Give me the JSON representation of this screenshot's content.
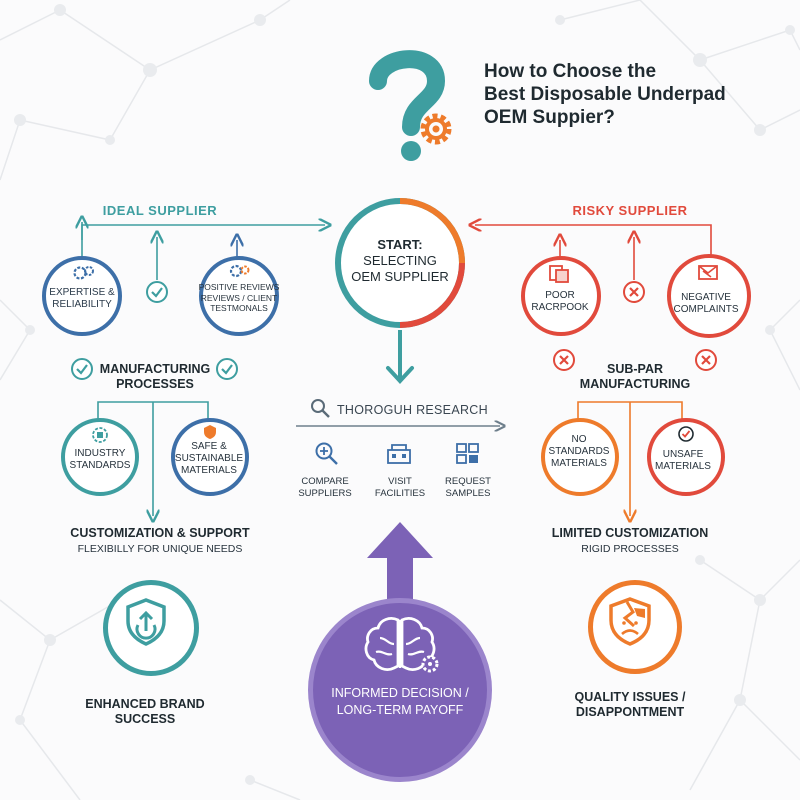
{
  "title": {
    "line1": "How to Choose the",
    "line2": "Best Disposable Underpad",
    "line3": "OEM Suppier?"
  },
  "start": {
    "line1": "START:",
    "line2": "SELECTING",
    "line3": "OEM SUPPLIER"
  },
  "ideal": {
    "header": "IDEAL SUPPLIER",
    "expertise": {
      "line1": "EXPERTISE &",
      "line2": "RELIABILITY"
    },
    "reviews": {
      "line1": "POSITIVE REVIEWS",
      "line2": "REVIEWS / CLIENT",
      "line3": "TESTMONALS"
    },
    "manufacturing": {
      "line1": "MANUFACTURING",
      "line2": "PROCESSES"
    },
    "standards": {
      "line1": "INDUSTRY",
      "line2": "STANDARDS"
    },
    "safe": {
      "line1": "SAFE &",
      "line2": "SUSTAINABLE",
      "line3": "MATERIALS"
    },
    "customization": {
      "title": "CUSTOMIZATION & SUPPORT",
      "sub": "FLEXIBILLY FOR UNIQUE NEEDS"
    },
    "outcome": {
      "line1": "ENHANCED BRAND",
      "line2": "SUCCESS"
    }
  },
  "risky": {
    "header": "RISKY SUPPLIER",
    "poor": {
      "line1": "POOR",
      "line2": "RACRPOOK"
    },
    "negative": {
      "line1": "NEGATIVE",
      "line2": "COMPLAINTS"
    },
    "manufacturing": {
      "line1": "SUB-PAR",
      "line2": "MANUFACTURING"
    },
    "nostd": {
      "line1": "NO",
      "line2": "STANDARDS",
      "line3": "MATERIALS"
    },
    "unsafe": {
      "line1": "UNSAFE",
      "line2": "MATERIALS"
    },
    "customization": {
      "title": "LIMITED CUSTOMIZATION",
      "sub": "RIGID PROCESSES"
    },
    "outcome": {
      "line1": "QUALITY ISSUES /",
      "line2": "DISAPPONTMENT"
    }
  },
  "research": {
    "header": "THOROGUH RESEARCH",
    "compare": {
      "line1": "COMPARE",
      "line2": "SUPPLIERS"
    },
    "visit": {
      "line1": "VISIT",
      "line2": "FACILITIES"
    },
    "request": {
      "line1": "REQUEST",
      "line2": "SAMPLES"
    }
  },
  "decision": {
    "line1": "INFORMED DECISION /",
    "line2": "LONG-TERM PAYOFF"
  },
  "colors": {
    "teal": "#3e9ea0",
    "blue": "#3d6fa8",
    "red": "#e14a3c",
    "orange": "#ee7b2b",
    "purple": "#7c62b6"
  },
  "icons": [
    "question-mark-icon",
    "gear-icon",
    "check-icon",
    "cross-icon",
    "magnifier-icon",
    "building-icon",
    "shield-icon",
    "brain-icon",
    "broken-shield-icon"
  ]
}
